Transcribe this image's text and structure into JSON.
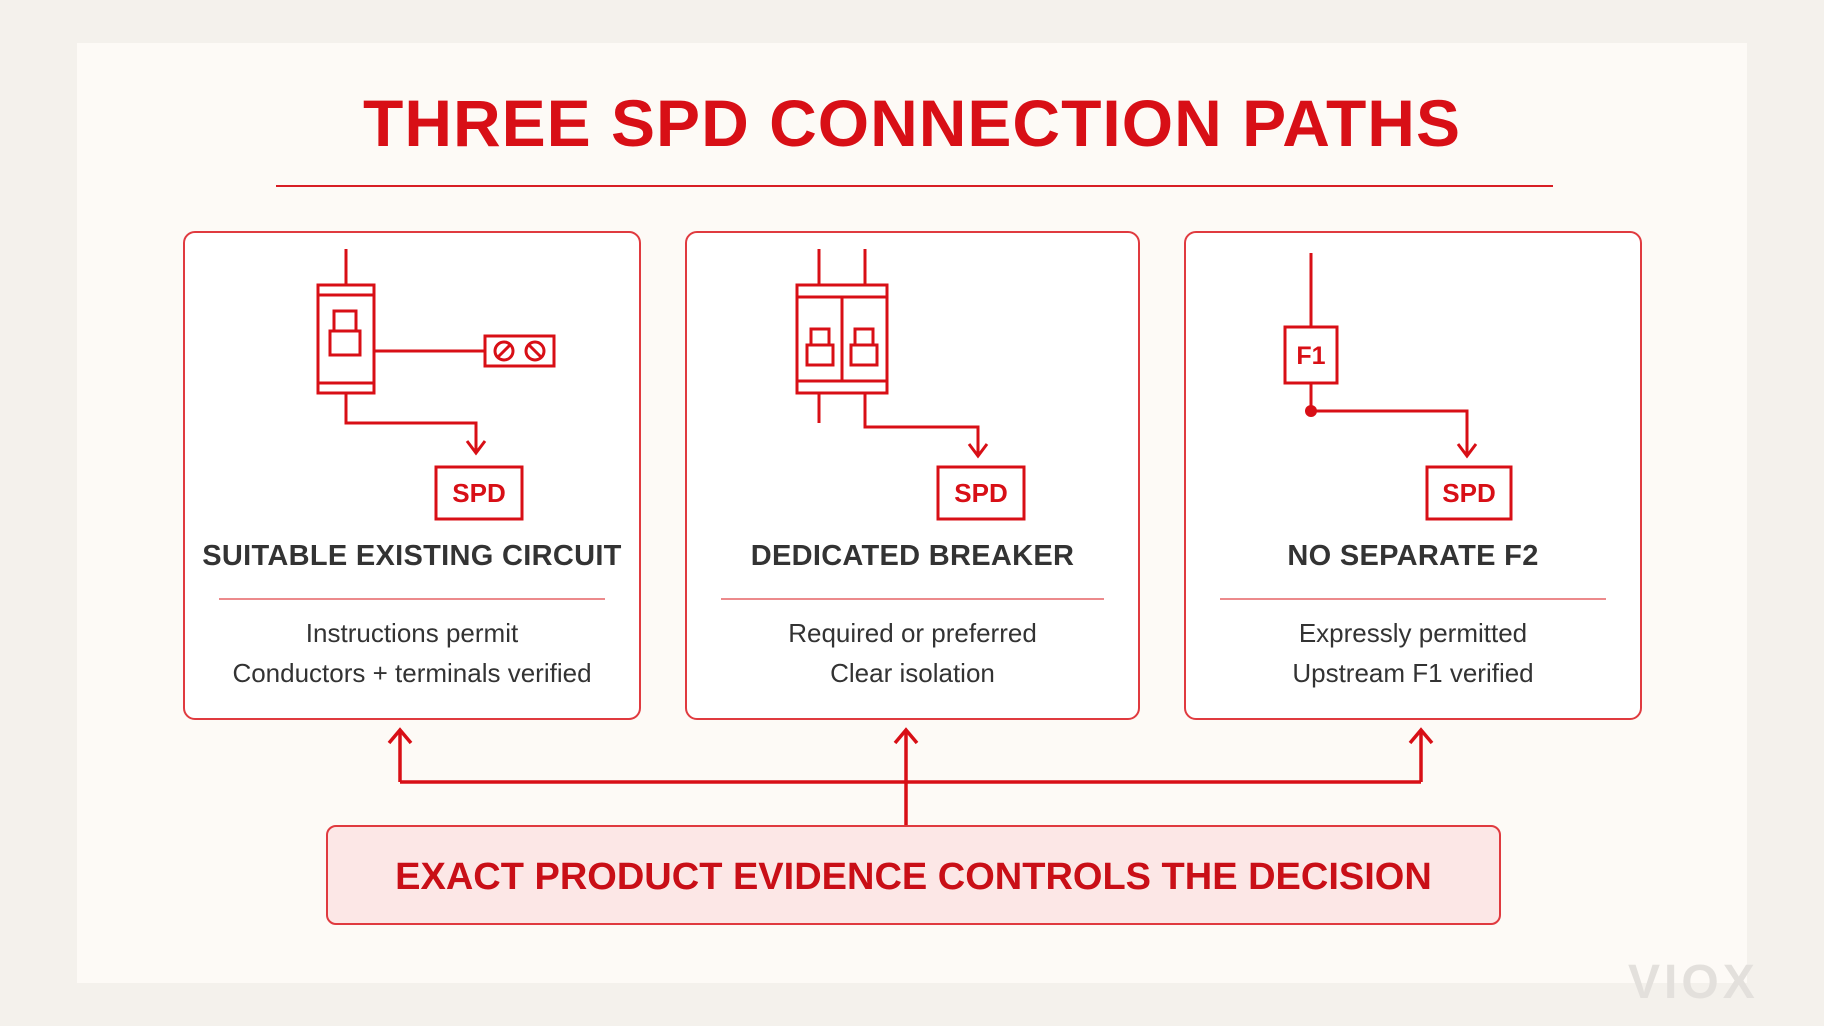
{
  "title": "THREE SPD CONNECTION PATHS",
  "cards": [
    {
      "title": "SUITABLE EXISTING CIRCUIT",
      "line1": "Instructions permit",
      "line2": "Conductors + terminals verified",
      "device_label": "SPD"
    },
    {
      "title": "DEDICATED BREAKER",
      "line1": "Required or preferred",
      "line2": "Clear isolation",
      "device_label": "SPD"
    },
    {
      "title": "NO SEPARATE F2",
      "line1": "Expressly permitted",
      "line2": "Upstream F1 verified",
      "device_label": "SPD",
      "fuse_label": "F1"
    }
  ],
  "bottom_box": {
    "text": "EXACT PRODUCT EVIDENCE CONTROLS THE DECISION"
  },
  "watermark": "VIOX",
  "colors": {
    "accent_red": "#d80f16",
    "text_dark": "#333333",
    "bottom_fill": "#fce7e6"
  },
  "icons": [
    "breaker-icon",
    "terminal-block-icon",
    "double-breaker-icon",
    "fuse-icon",
    "arrow-icon"
  ]
}
